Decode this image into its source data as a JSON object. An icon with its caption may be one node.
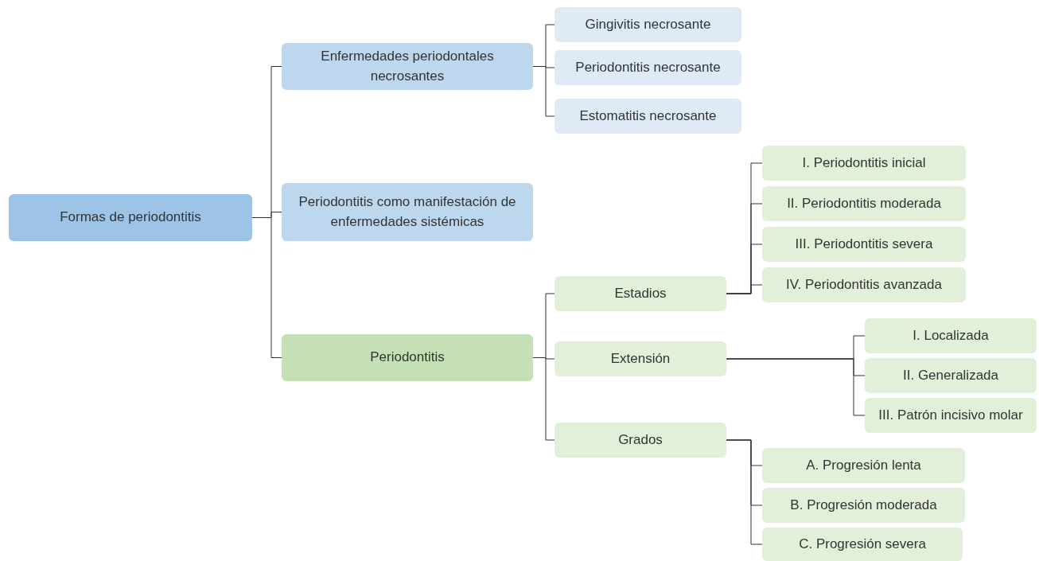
{
  "diagram": {
    "nodes": [
      {
        "text": [
          "Formas de periodontitis"
        ]
      },
      {
        "text": [
          "Enfermedades periodontales necrosantes"
        ]
      },
      {
        "text": [
          "Periodontitis como manifestación de enfermedades sistémicas"
        ]
      },
      {
        "text": [
          "Periodontitis"
        ]
      },
      {
        "text": [
          "Gingivitis necrosante"
        ]
      },
      {
        "text": [
          "Periodontitis necrosante"
        ]
      },
      {
        "text": [
          "Estomatitis necrosante"
        ]
      },
      {
        "text": [
          "Estadios"
        ]
      },
      {
        "text": [
          "Extensión"
        ]
      },
      {
        "text": [
          "Grados"
        ]
      },
      {
        "text": [
          "I. Periodontitis inicial"
        ]
      },
      {
        "text": [
          "II. Periodontitis moderada"
        ]
      },
      {
        "text": [
          "III. Periodontitis severa"
        ]
      },
      {
        "text": [
          "IV. Periodontitis avanzada"
        ]
      },
      {
        "text": [
          "I. Localizada"
        ]
      },
      {
        "text": [
          "II. Generalizada"
        ]
      },
      {
        "text": [
          "III. Patrón incisivo molar"
        ]
      },
      {
        "text": [
          "A. Progresión lenta"
        ]
      },
      {
        "text": [
          "B. Progresión moderada"
        ]
      },
      {
        "text": [
          "C. Progresión severa"
        ]
      }
    ],
    "edges": [
      {
        "from": 0,
        "to": 1,
        "arrow": "none"
      },
      {
        "from": 0,
        "to": 2,
        "arrow": "none"
      },
      {
        "from": 0,
        "to": 3,
        "arrow": "none"
      },
      {
        "from": 1,
        "to": 4,
        "arrow": "none"
      },
      {
        "from": 1,
        "to": 5,
        "arrow": "none"
      },
      {
        "from": 1,
        "to": 6,
        "arrow": "none"
      },
      {
        "from": 3,
        "to": 7,
        "arrow": "none"
      },
      {
        "from": 3,
        "to": 8,
        "arrow": "none"
      },
      {
        "from": 3,
        "to": 9,
        "arrow": "none"
      },
      {
        "from": 7,
        "to": 10,
        "arrow": "none"
      },
      {
        "from": 7,
        "to": 11,
        "arrow": "none"
      },
      {
        "from": 7,
        "to": 12,
        "arrow": "none"
      },
      {
        "from": 7,
        "to": 13,
        "arrow": "none"
      },
      {
        "from": 8,
        "to": 14,
        "arrow": "none"
      },
      {
        "from": 8,
        "to": 15,
        "arrow": "none"
      },
      {
        "from": 8,
        "to": 16,
        "arrow": "none"
      },
      {
        "from": 9,
        "to": 17,
        "arrow": "none"
      },
      {
        "from": 9,
        "to": 18,
        "arrow": "none"
      },
      {
        "from": 9,
        "to": 19,
        "arrow": "none"
      }
    ]
  }
}
